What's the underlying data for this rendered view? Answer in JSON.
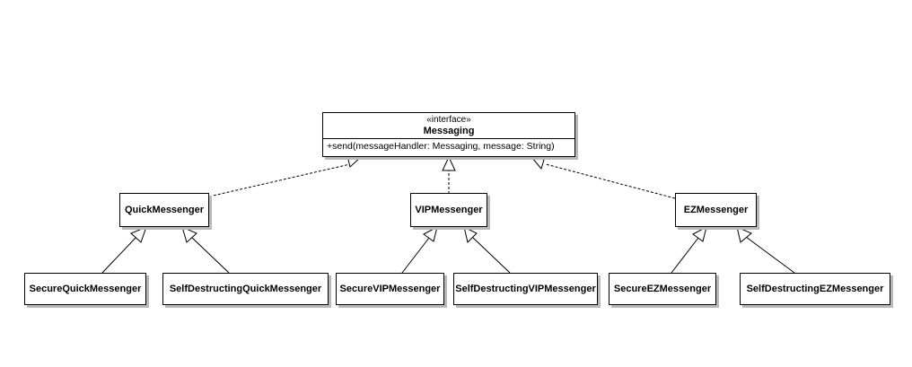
{
  "interface": {
    "stereotype": "«interface»",
    "name": "Messaging",
    "operation": "+send(messageHandler: Messaging, message: String)"
  },
  "classes": {
    "quick": "QuickMessenger",
    "vip": "VIPMessenger",
    "ez": "EZMessenger",
    "secure_quick": "SecureQuickMessenger",
    "selfdestruct_quick": "SelfDestructingQuickMessenger",
    "secure_vip": "SecureVIPMessenger",
    "selfdestruct_vip": "SelfDestructingVIPMessenger",
    "secure_ez": "SecureEZMessenger",
    "selfdestruct_ez": "SelfDestructingEZMessenger"
  },
  "relations": {
    "realization": [
      [
        "QuickMessenger",
        "Messaging"
      ],
      [
        "VIPMessenger",
        "Messaging"
      ],
      [
        "EZMessenger",
        "Messaging"
      ]
    ],
    "generalization": [
      [
        "SecureQuickMessenger",
        "QuickMessenger"
      ],
      [
        "SelfDestructingQuickMessenger",
        "QuickMessenger"
      ],
      [
        "SecureVIPMessenger",
        "VIPMessenger"
      ],
      [
        "SelfDestructingVIPMessenger",
        "VIPMessenger"
      ],
      [
        "SecureEZMessenger",
        "EZMessenger"
      ],
      [
        "SelfDestructingEZMessenger",
        "EZMessenger"
      ]
    ]
  }
}
